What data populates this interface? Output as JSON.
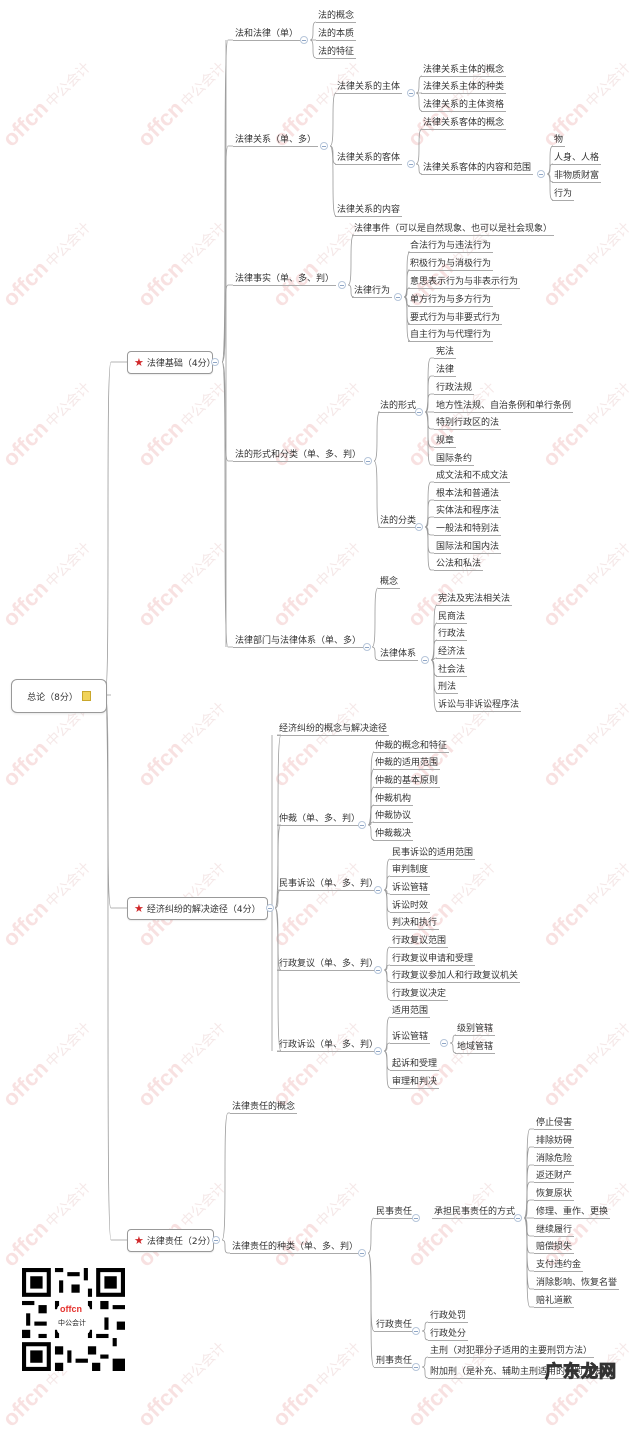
{
  "root": {
    "label": "总论（8分）",
    "icon": "note-icon"
  },
  "branches": [
    {
      "label": "法律基础（4分）",
      "icon": "star-icon",
      "children": [
        {
          "label": "法和法律（单）",
          "children": [
            "法的概念",
            "法的本质",
            "法的特征"
          ]
        },
        {
          "label": "法律关系（单、多）",
          "children": [
            {
              "label": "法律关系的主体",
              "children": [
                "法律关系主体的概念",
                "法律关系主体的种类",
                "法律关系的主体资格"
              ]
            },
            {
              "label": "法律关系的客体",
              "children": [
                "法律关系客体的概念",
                {
                  "label": "法律关系客体的内容和范围",
                  "children": [
                    "物",
                    "人身、人格",
                    "非物质财富",
                    "行为"
                  ]
                }
              ]
            },
            {
              "label": "法律关系的内容"
            }
          ]
        },
        {
          "label": "法律事实（单、多、判）",
          "children": [
            {
              "label": "法律事件（可以是自然现象、也可以是社会现象）"
            },
            {
              "label": "法律行为",
              "children": [
                "合法行为与违法行为",
                "积极行为与消极行为",
                "意思表示行为与非表示行为",
                "单方行为与多方行为",
                "要式行为与非要式行为",
                "自主行为与代理行为"
              ]
            }
          ]
        },
        {
          "label": "法的形式和分类（单、多、判）",
          "children": [
            {
              "label": "法的形式",
              "children": [
                "宪法",
                "法律",
                "行政法规",
                "地方性法规、自治条例和单行条例",
                "特别行政区的法",
                "规章",
                "国际条约"
              ]
            },
            {
              "label": "法的分类",
              "children": [
                "成文法和不成文法",
                "根本法和普通法",
                "实体法和程序法",
                "一般法和特别法",
                "国际法和国内法",
                "公法和私法"
              ]
            }
          ]
        },
        {
          "label": "法律部门与法律体系（单、多）",
          "children": [
            {
              "label": "概念"
            },
            {
              "label": "法律体系",
              "children": [
                "宪法及宪法相关法",
                "民商法",
                "行政法",
                "经济法",
                "社会法",
                "刑法",
                "诉讼与非诉讼程序法"
              ]
            }
          ]
        }
      ]
    },
    {
      "label": "经济纠纷的解决途径（4分）",
      "icon": "star-icon",
      "children": [
        {
          "label": "经济纠纷的概念与解决途径"
        },
        {
          "label": "仲裁（单、多、判）",
          "children": [
            "仲裁的概念和特征",
            "仲裁的适用范围",
            "仲裁的基本原则",
            "仲裁机构",
            "仲裁协议",
            "仲裁裁决"
          ]
        },
        {
          "label": "民事诉讼（单、多、判）",
          "children": [
            "民事诉讼的适用范围",
            "审判制度",
            "诉讼管辖",
            "诉讼时效",
            "判决和执行"
          ]
        },
        {
          "label": "行政复议（单、多、判）",
          "children": [
            "行政复议范围",
            "行政复议申请和受理",
            "行政复议参加人和行政复议机关",
            "行政复议决定"
          ]
        },
        {
          "label": "行政诉讼（单、多、判）",
          "children": [
            "适用范围",
            {
              "label": "诉讼管辖",
              "children": [
                "级别管辖",
                "地域管辖"
              ]
            },
            "起诉和受理",
            "审理和判决"
          ]
        }
      ]
    },
    {
      "label": "法律责任（2分）",
      "icon": "star-icon",
      "children": [
        {
          "label": "法律责任的概念"
        },
        {
          "label": "法律责任的种类（单、多、判）",
          "children": [
            {
              "label": "民事责任",
              "children": [
                {
                  "label": "承担民事责任的方式",
                  "children": [
                    "停止侵害",
                    "排除妨碍",
                    "消除危险",
                    "返还财产",
                    "恢复原状",
                    "修理、重作、更换",
                    "继续履行",
                    "赔偿损失",
                    "支付违约金",
                    "消除影响、恢复名誉",
                    "赔礼道歉"
                  ]
                }
              ]
            },
            {
              "label": "行政责任",
              "children": [
                "行政处罚",
                "行政处分"
              ]
            },
            {
              "label": "刑事责任",
              "children": [
                "主刑（对犯罪分子适用的主要刑罚方法）",
                "附加刑（是补充、辅助主刑适用的刑罚方法）"
              ]
            }
          ]
        }
      ]
    }
  ],
  "watermark": {
    "brand": "offcn",
    "text": "中公会计"
  },
  "qr": {
    "caption_brand": "offcn",
    "caption_text": "中公会计"
  },
  "overlay_brand": "广东龙网",
  "colors": {
    "star": "#d0282a",
    "note": "#f1d35a",
    "line": "#9a9a9a",
    "watermark": "#f3c9c9",
    "collapse": "#8fa6c6"
  }
}
